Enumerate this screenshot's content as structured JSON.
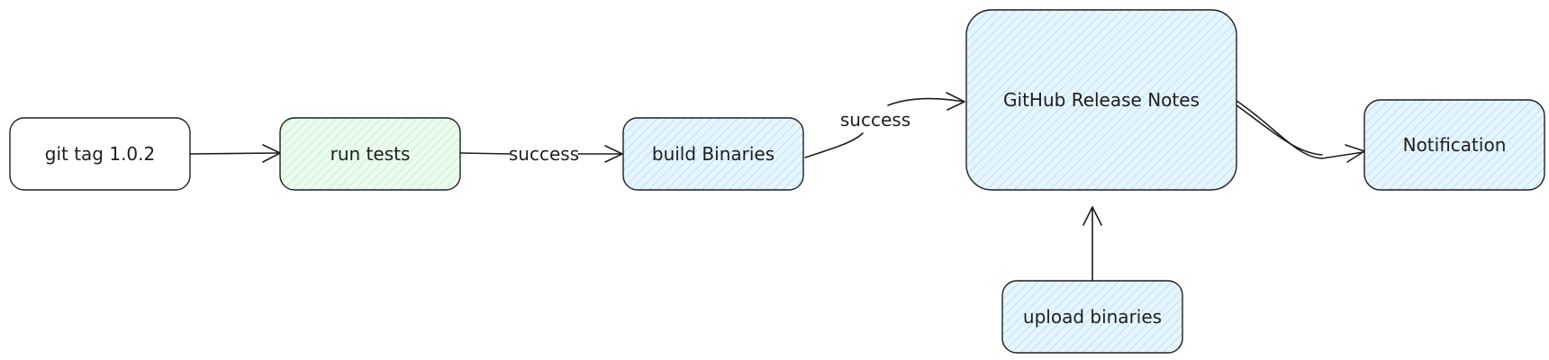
{
  "diagram": {
    "nodes": {
      "git_tag": {
        "label": "git tag 1.0.2",
        "fill": "#ffffff"
      },
      "run_tests": {
        "label": "run tests",
        "fill": "#ebfbee",
        "hatch": "#b2f2bb"
      },
      "build_binaries": {
        "label": "build Binaries",
        "fill": "#e7f5ff",
        "hatch": "#a5d8ff"
      },
      "release_notes": {
        "label": "GitHub Release Notes",
        "fill": "#e7f5ff",
        "hatch": "#a5d8ff"
      },
      "notification": {
        "label": "Notification",
        "fill": "#e7f5ff",
        "hatch": "#a5d8ff"
      },
      "upload_binaries": {
        "label": "upload binaries",
        "fill": "#e7f5ff",
        "hatch": "#a5d8ff"
      }
    },
    "edges": {
      "tests_to_build": {
        "label": "success"
      },
      "build_to_release": {
        "label": "success"
      }
    }
  }
}
